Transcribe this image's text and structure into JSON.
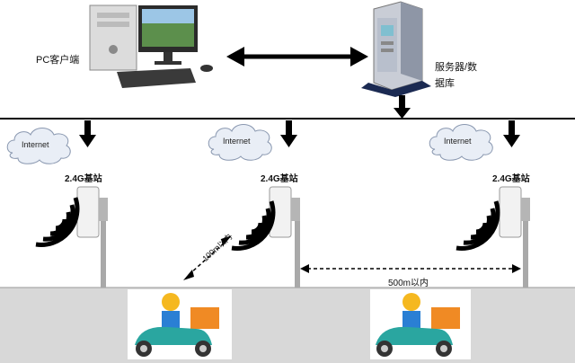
{
  "nodes": {
    "pc_label": "PC客户端",
    "server_label_line1": "服务器/数",
    "server_label_line2": "据库",
    "internet_label": "Internet",
    "base_station_label": "2.4G基站",
    "distance_100": "100m以内",
    "distance_500": "500m以内"
  },
  "colors": {
    "line": "#000000",
    "cloud": "#e9eef6",
    "cloud_stroke": "#8a98b0",
    "antenna": "#f2f2f2",
    "pole": "#a9a9a9",
    "scooter_body": "#2aa6a0",
    "rider_shirt": "#2a7fd4",
    "box": "#f08a24",
    "helmet": "#f5b820"
  }
}
